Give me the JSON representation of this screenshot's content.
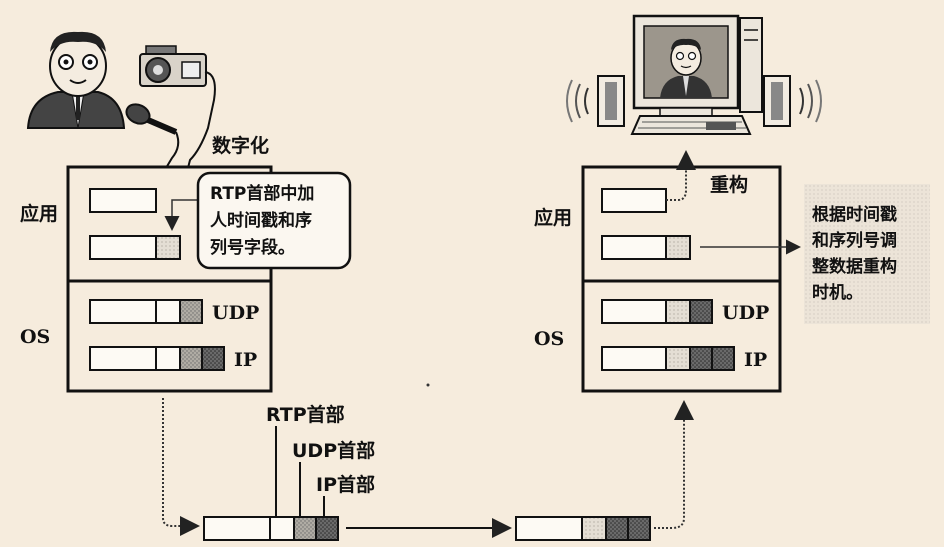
{
  "sender": {
    "digitize_label": "数字化",
    "app_label": "应用",
    "os_label": "OS",
    "udp_label": "UDP",
    "ip_label": "IP",
    "callout_lines": [
      "RTP首部中加",
      "人时间戳和序",
      "列号字段。"
    ]
  },
  "packet": {
    "rtp_header_label": "RTP首部",
    "udp_header_label": "UDP首部",
    "ip_header_label": "IP首部"
  },
  "receiver": {
    "reconstruct_label": "重构",
    "app_label": "应用",
    "os_label": "OS",
    "udp_label": "UDP",
    "ip_label": "IP",
    "note_lines": [
      "根据时间戳",
      "和序列号调",
      "整数据重构",
      "时机。"
    ]
  },
  "icons": [
    "person-icon",
    "video-camera-icon",
    "microphone-icon",
    "computer-monitor-icon",
    "speaker-icon",
    "keyboard-icon"
  ],
  "colors": {
    "background": "#f6ecdd",
    "stroke": "#111111",
    "dark_fill": "#555555",
    "mid_fill": "#9a9a9a",
    "light_fill": "#d8d2c8"
  }
}
